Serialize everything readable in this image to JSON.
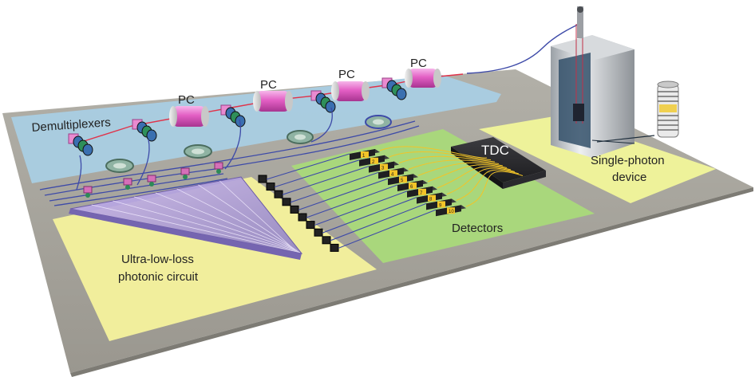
{
  "labels": {
    "demultiplexers": "Demultiplexers",
    "pc": [
      "PC",
      "PC",
      "PC",
      "PC"
    ],
    "tdc": "TDC",
    "single_photon_line1": "Single-photon",
    "single_photon_line2": "device",
    "detectors": "Detectors",
    "circuit_line1": "Ultra-low-loss",
    "circuit_line2": "photonic circuit"
  },
  "detector_numbers": [
    "1",
    "2",
    "3",
    "4",
    "5",
    "6",
    "7",
    "8",
    "9",
    "10"
  ],
  "colors": {
    "board": "#a3a199",
    "demux_zone": "#a9cde3",
    "detector_zone": "#a9d77c",
    "circuit_zone": "#f1ee9c",
    "device_zone": "#eef29a",
    "fiber_red": "#e0334a",
    "fiber_blue": "#3d4aa8",
    "fiber_yellow": "#f2c428",
    "pc_pink": "#e35fc4"
  }
}
